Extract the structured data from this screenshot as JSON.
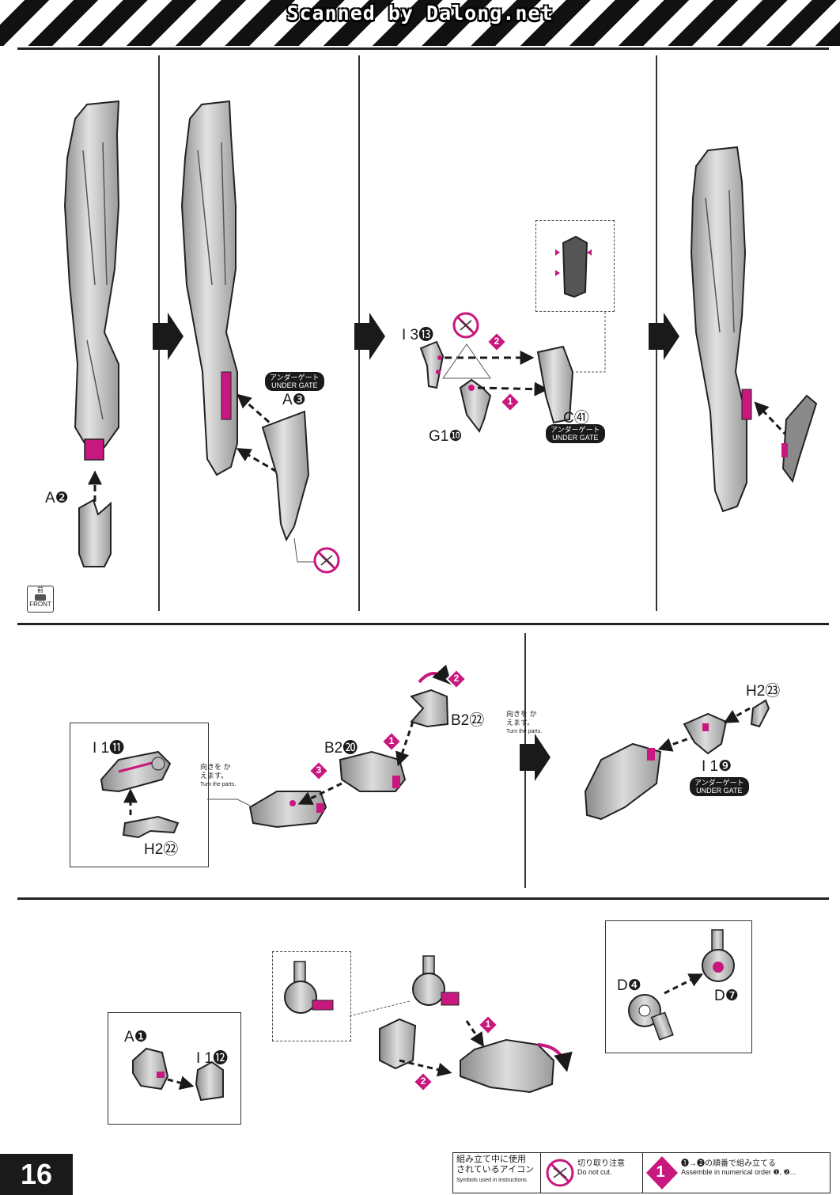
{
  "header": {
    "scan_title": "Scanned by Dalong.net"
  },
  "colors": {
    "accent": "#d4147e",
    "ink": "#1a1a1a",
    "part_gray": "#c9c9c9"
  },
  "step1": {
    "labels": {
      "a2": "A❷",
      "a3": "A❸",
      "i13": "I 3⓭",
      "g10": "G1❿",
      "c41": "C㊶",
      "under_gate_a": "UNDER GATE",
      "under_gate_a_jp": "アンダーゲート",
      "under_gate_c": "UNDER GATE",
      "under_gate_c_jp": "アンダーゲート",
      "front_jp": "前",
      "front": "FRONT",
      "num1": "1",
      "num2": "2"
    }
  },
  "step2": {
    "labels": {
      "i11": "I 1⓫",
      "h22a": "H2㉒",
      "b22": "B2㉒",
      "b20": "B2⓴",
      "h23": "H2㉓",
      "i9": "I 1❾",
      "under_gate": "UNDER GATE",
      "under_gate_jp": "アンダーゲート",
      "turn_jp": "向きを かえます。",
      "turn_en": "Turn the parts.",
      "turn2_jp": "向きを かえます。",
      "turn2_en": "Turn the parts.",
      "num1": "1",
      "num2": "2",
      "num3": "3"
    }
  },
  "step3": {
    "labels": {
      "a1": "A❶",
      "i12": "I 1⓬",
      "d4": "D❹",
      "d7": "D❼",
      "num1": "1",
      "num2": "2"
    }
  },
  "footer": {
    "page_number": "16",
    "legend_title_jp": "組み立て中に使用 されているアイコン",
    "legend_title_en": "Symbols used in instructions",
    "cut_jp": "切り取り注意",
    "cut_en": "Do not cut.",
    "order_jp": "❶→❷の順番で組み立てる",
    "order_en": "Assemble in numerical order ❶, ❷...",
    "order_icon": "1"
  }
}
